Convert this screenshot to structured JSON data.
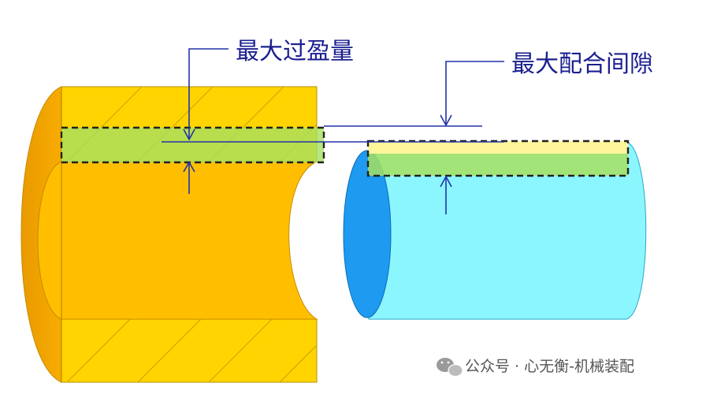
{
  "labels": {
    "max_interference": "最大过盈量",
    "max_clearance": "最大配合间隙"
  },
  "watermark": {
    "icon": "wechat-icon",
    "text": "公众号 · 心无衡-机械装配"
  },
  "colors": {
    "hole_yellow": "#ffd400",
    "hole_orange": "#ffbf00",
    "hole_dark": "#f4a400",
    "shaft_cyan": "#8cf6ff",
    "shaft_blue": "#1e9af0",
    "zone_green": "#a6e060",
    "zone_light_yellow": "#fff59a",
    "annotation_blue": "#2233aa"
  }
}
